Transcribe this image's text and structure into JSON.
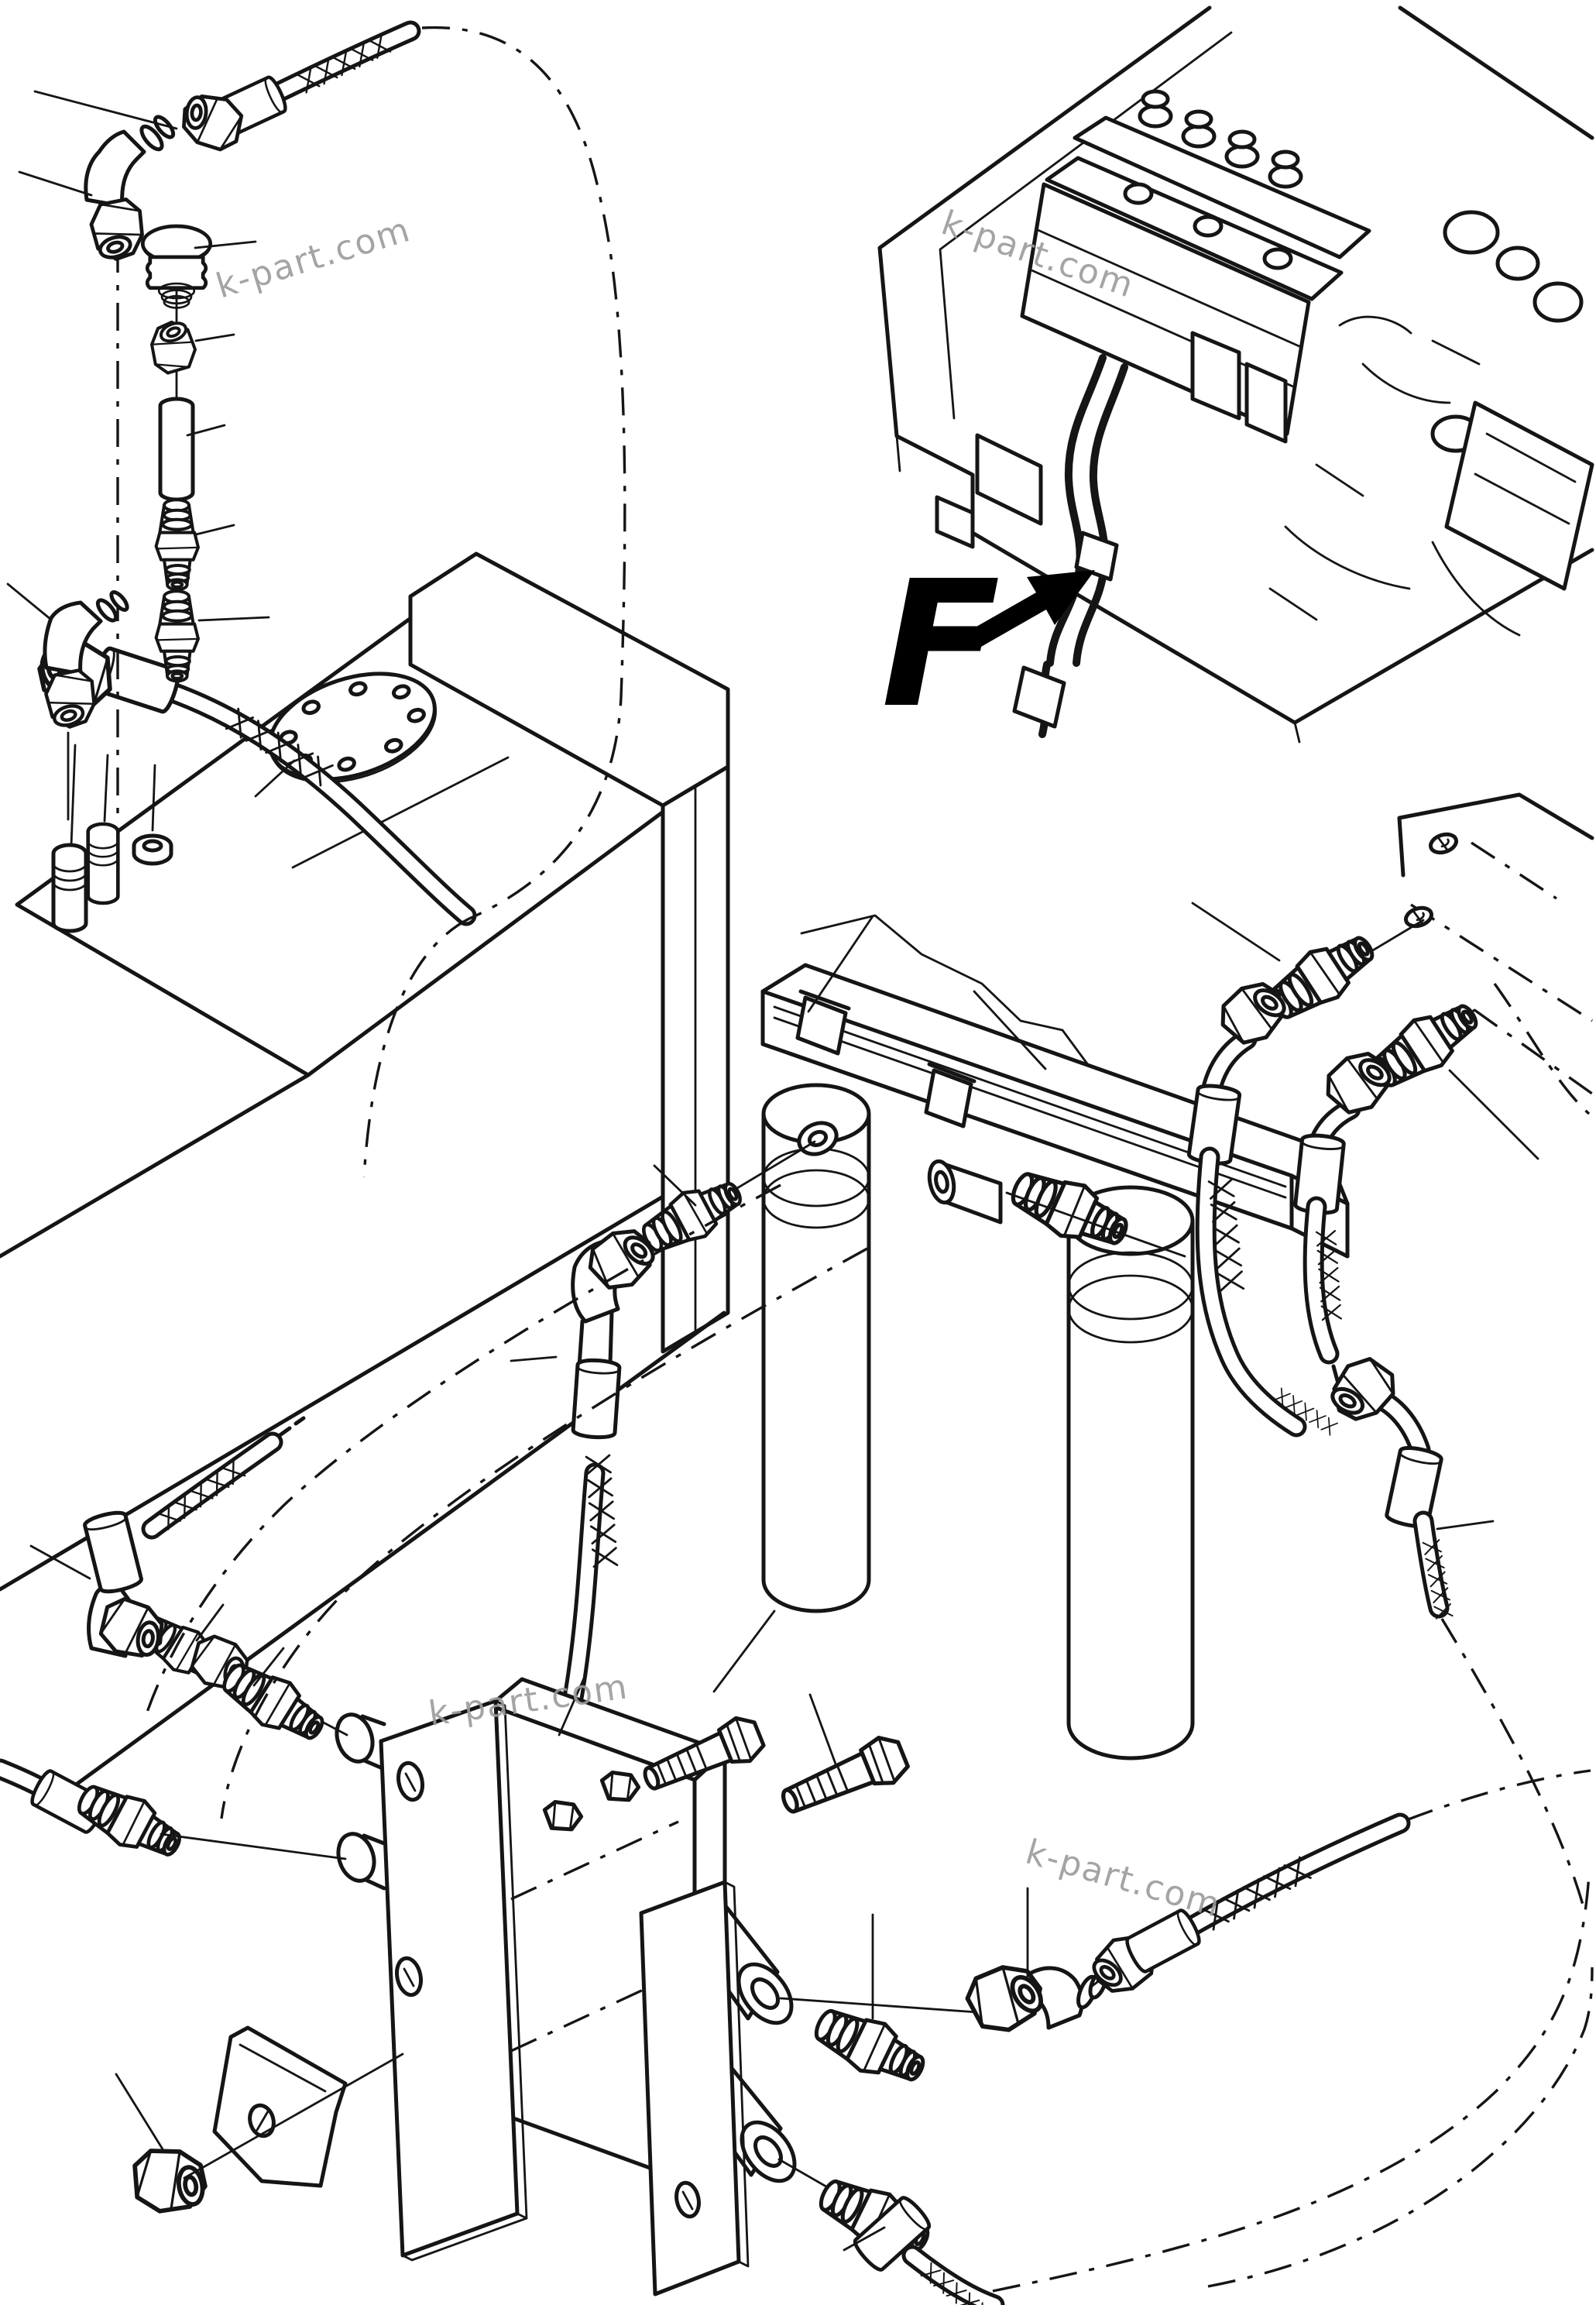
{
  "page": {
    "background": "#ffffff",
    "line_color": "#151515"
  },
  "labels": {
    "view_direction": "F"
  },
  "watermarks": {
    "text": "k-part.com",
    "color": "#9b9b9b",
    "count": 4
  },
  "diagram": {
    "type": "exploded-parts-diagram",
    "subject": "fuel-piping-and-filter-lines",
    "parts": [
      "fuel-tank",
      "tank-mounting-band",
      "filler-cover",
      "tank-supply-hose",
      "breather-cap",
      "connector-nut",
      "pipe",
      "hose-nipple-fitting",
      "elbow-fitting",
      "threaded-plug",
      "washer",
      "twin-fuel-filter",
      "filter-mounting-bracket",
      "engine-compartment",
      "fuel-injection-line",
      "braided-hose",
      "grommet",
      "mounting-plate",
      "junction-block",
      "block-bracket-plate",
      "hex-bolt",
      "hex-nut",
      "clamp-plate"
    ]
  }
}
